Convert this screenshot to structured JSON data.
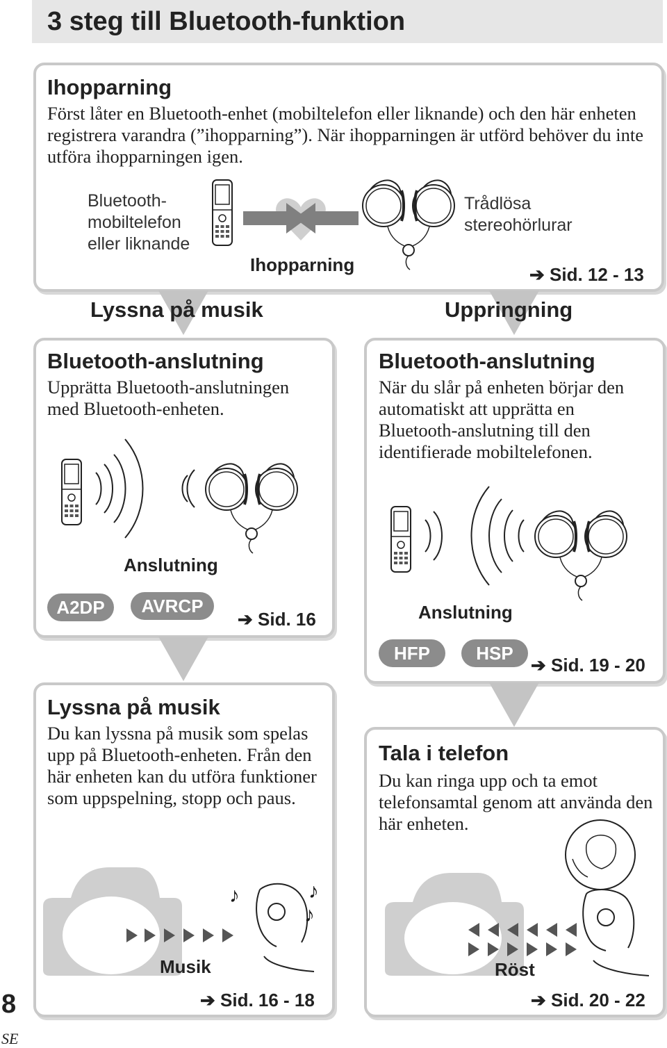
{
  "page_title": "3 steg till Bluetooth-funktion",
  "pairing": {
    "heading": "Ihopparning",
    "text": "Först låter en Bluetooth-enhet (mobiltelefon eller liknande) och den här enheten registrera varandra (”ihopparning”). När ihopparningen är utförd behöver du inte utföra ihopparningen igen.",
    "device_label_1": "Bluetooth-",
    "device_label_2": "mobiltelefon",
    "device_label_3": "eller liknande",
    "headphones_label_1": "Trådlösa",
    "headphones_label_2": "stereohörlurar",
    "caption": "Ihopparning",
    "ref": "Sid. 12 - 13"
  },
  "flows": {
    "left": "Lyssna på musik",
    "right": "Uppringning"
  },
  "connection_left": {
    "heading": "Bluetooth-anslutning",
    "text": "Upprätta Bluetooth-anslutningen med Bluetooth-enheten.",
    "caption": "Anslutning",
    "badges": [
      "A2DP",
      "AVRCP"
    ],
    "ref": "Sid. 16"
  },
  "connection_right": {
    "heading": "Bluetooth-anslutning",
    "text": "När du slår på enheten börjar den automatiskt att upprätta en Bluetooth-anslutning till den identifierade mobiltelefonen.",
    "caption": "Anslutning",
    "badges": [
      "HFP",
      "HSP"
    ],
    "ref": "Sid. 19 - 20"
  },
  "music": {
    "heading": "Lyssna på musik",
    "text": "Du kan lyssna på musik som spelas upp på Bluetooth-enheten. Från den här enheten kan du utföra funktioner som uppspelning, stopp och paus.",
    "caption": "Musik",
    "ref": "Sid. 16 - 18"
  },
  "phone": {
    "heading": "Tala i telefon",
    "text": "Du kan ringa upp och ta emot telefonsamtal genom att använda den här enheten.",
    "caption": "Röst",
    "ref": "Sid. 20 - 22"
  },
  "footer": {
    "page_number": "8",
    "language": "SE"
  },
  "colors": {
    "title_bar_bg": "#e6e6e6",
    "box_border": "#c9c9c9",
    "badge_bg": "#8c8c8c",
    "flow_arrow": "#c4c4c4",
    "speaker_gray": "#cfcfcf"
  }
}
